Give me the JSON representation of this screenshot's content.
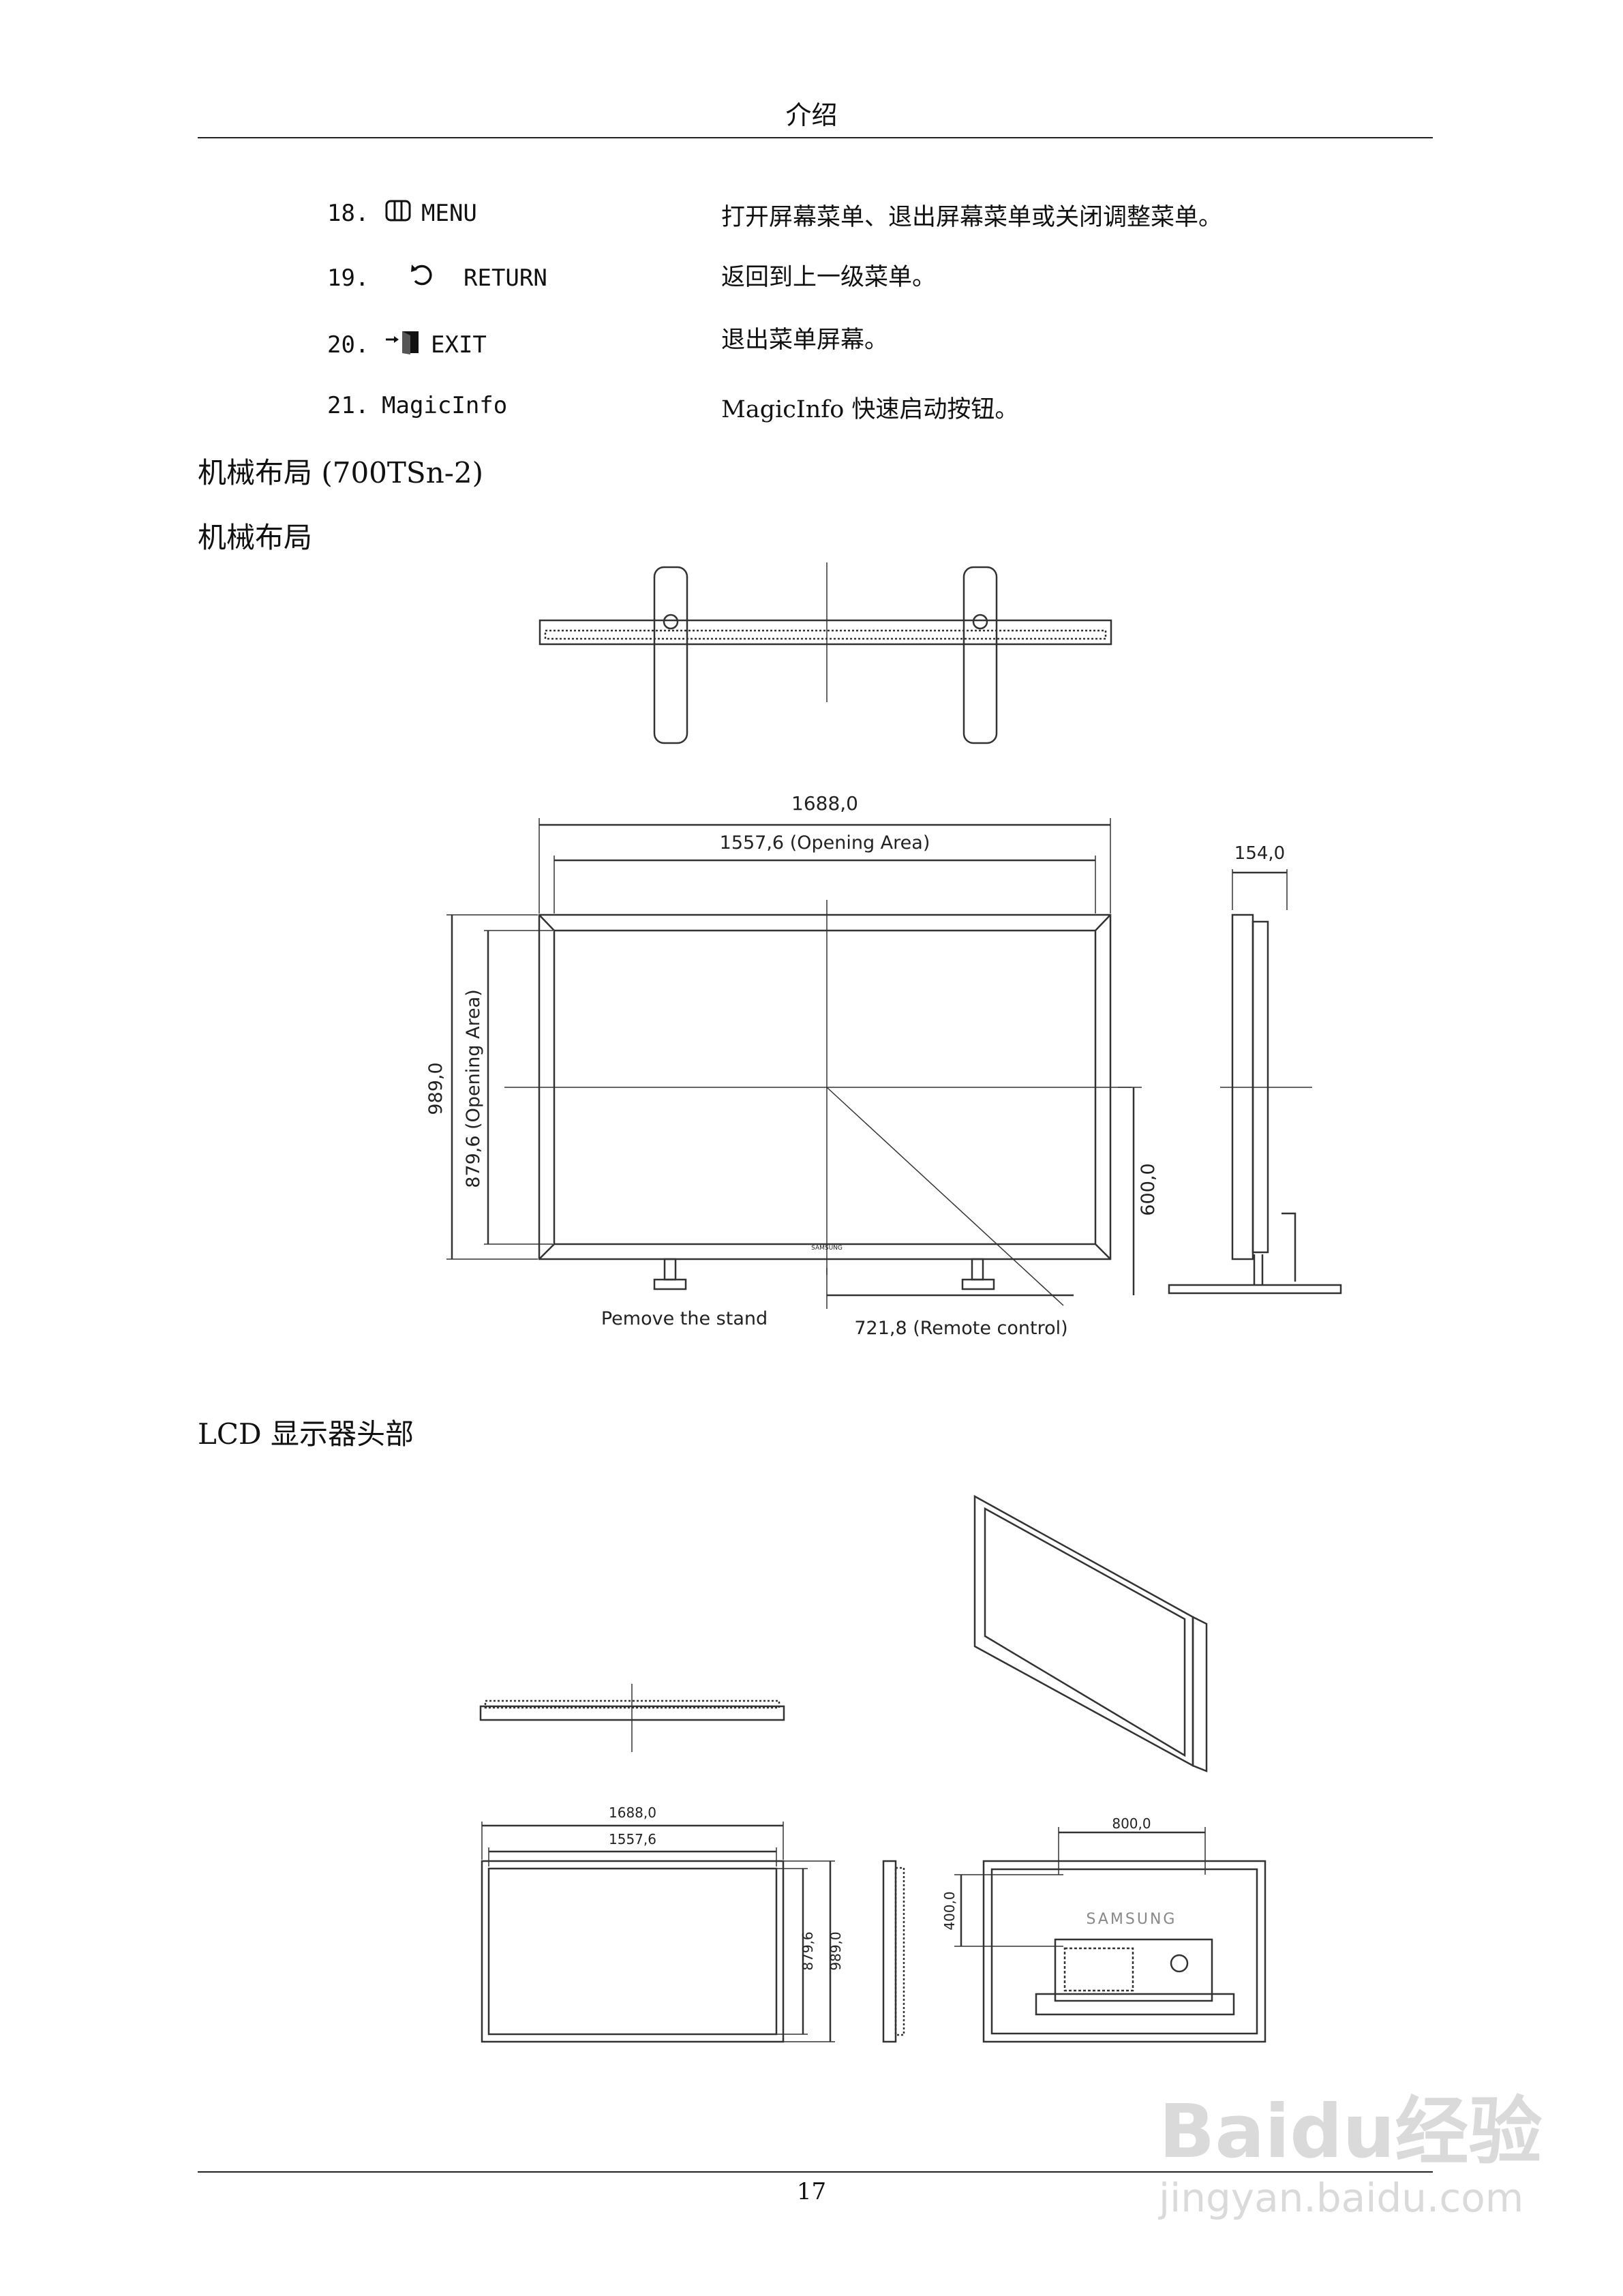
{
  "header": {
    "title": "介绍"
  },
  "items": [
    {
      "num": "18.",
      "icon": "menu-icon",
      "label": "MENU",
      "desc": "打开屏幕菜单、退出屏幕菜单或关闭调整菜单。"
    },
    {
      "num": "19.",
      "icon": "return-icon",
      "label": "RETURN",
      "desc": "返回到上一级菜单。"
    },
    {
      "num": "20.",
      "icon": "exit-icon",
      "label": "EXIT",
      "desc": "退出菜单屏幕。"
    },
    {
      "num": "21.",
      "icon": "",
      "label": "MagicInfo",
      "desc": "MagicInfo 快速启动按钮。"
    }
  ],
  "section1": {
    "title": "机械布局 (700TSn-2)",
    "subtitle": "机械布局"
  },
  "drawing1": {
    "dim_width": "1688,0",
    "dim_opening_width": "1557,6 (Opening Area)",
    "dim_depth": "154,0",
    "dim_height": "989,0",
    "dim_opening_height": "879,6 (Opening Area)",
    "dim_stand_height": "600,0",
    "remove_stand": "Pemove the stand",
    "remote_control": "721,8 (Remote control)",
    "brand_small": "SAMSUNG"
  },
  "section2": {
    "title": "LCD 显示器头部"
  },
  "drawing2": {
    "dim_width": "1688,0",
    "dim_opening": "1557,6",
    "dim_opening_height": "879,6",
    "dim_height": "989,0",
    "dim_vesa_w": "800,0",
    "dim_vesa_h": "400,0",
    "brand": "SAMSUNG"
  },
  "footer": {
    "page_number": "17"
  },
  "watermark": {
    "text": "Baidu经验",
    "url": "jingyan.baidu.com"
  }
}
